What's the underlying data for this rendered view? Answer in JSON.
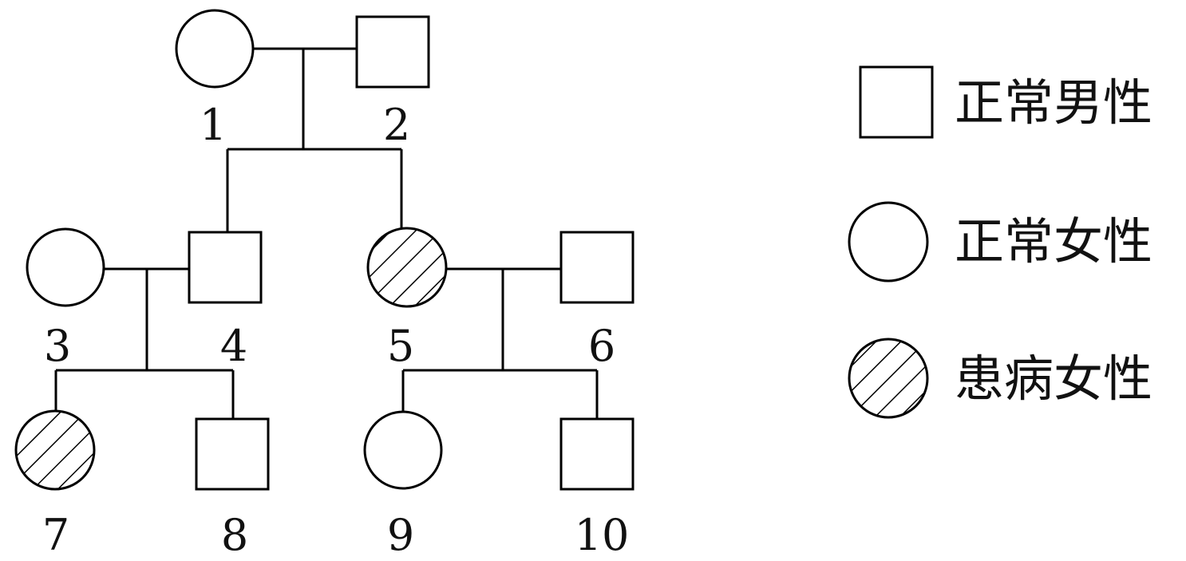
{
  "pedigree": {
    "individuals": [
      {
        "id": "1",
        "label": "1",
        "sex": "female",
        "affected": false
      },
      {
        "id": "2",
        "label": "2",
        "sex": "male",
        "affected": false
      },
      {
        "id": "3",
        "label": "3",
        "sex": "female",
        "affected": false
      },
      {
        "id": "4",
        "label": "4",
        "sex": "male",
        "affected": false
      },
      {
        "id": "5",
        "label": "5",
        "sex": "female",
        "affected": true
      },
      {
        "id": "6",
        "label": "6",
        "sex": "male",
        "affected": false
      },
      {
        "id": "7",
        "label": "7",
        "sex": "female",
        "affected": true
      },
      {
        "id": "8",
        "label": "8",
        "sex": "male",
        "affected": false
      },
      {
        "id": "9",
        "label": "9",
        "sex": "female",
        "affected": false
      },
      {
        "id": "10",
        "label": "10",
        "sex": "male",
        "affected": false
      }
    ],
    "couples": [
      {
        "partners": [
          "1",
          "2"
        ],
        "children": [
          "4",
          "5"
        ]
      },
      {
        "partners": [
          "3",
          "4"
        ],
        "children": [
          "7",
          "8"
        ]
      },
      {
        "partners": [
          "5",
          "6"
        ],
        "children": [
          "9",
          "10"
        ]
      }
    ]
  },
  "legend": {
    "items": [
      {
        "symbol": "square",
        "label": "正常男性"
      },
      {
        "symbol": "circle",
        "label": "正常女性"
      },
      {
        "symbol": "hatched-circle",
        "label": "患病女性"
      }
    ]
  }
}
